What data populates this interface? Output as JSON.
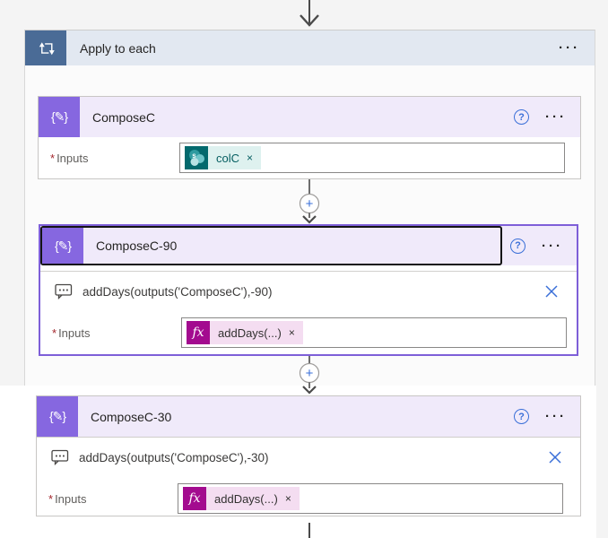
{
  "icons": {
    "plus": "+",
    "help": "?",
    "more": "···",
    "close_token": "×",
    "compose": "{✎}",
    "fx": "fx"
  },
  "apply_to_each": {
    "title": "Apply to each"
  },
  "cards": [
    {
      "title": "ComposeC",
      "required": "*",
      "inputs_label": "Inputs",
      "token": "colC"
    },
    {
      "title": "ComposeC-90",
      "required": "*",
      "inputs_label": "Inputs",
      "expression": "addDays(outputs('ComposeC'),-90)",
      "token": "addDays(...)"
    },
    {
      "title": "ComposeC-30",
      "required": "*",
      "inputs_label": "Inputs",
      "expression": "addDays(outputs('ComposeC'),-30)",
      "token": "addDays(...)"
    }
  ],
  "colors": {
    "page_bg": "#f4f4f4",
    "scope_header_bg": "#e2e8f1",
    "scope_icon_bg": "#4a6b96",
    "card_header_bg": "#f0eafa",
    "compose_icon_bg": "#8667e0",
    "selected_border": "#7e5fd8",
    "focus_border": "#141414",
    "accent_blue": "#3a6fd8",
    "required_red": "#a4262c",
    "sharepoint_teal": "#03696d",
    "sharepoint_token_bg": "#def1ef",
    "fx_magenta": "#a30b8f",
    "fx_token_bg": "#f4ddf1",
    "arrow_gray": "#4a4a4a"
  }
}
